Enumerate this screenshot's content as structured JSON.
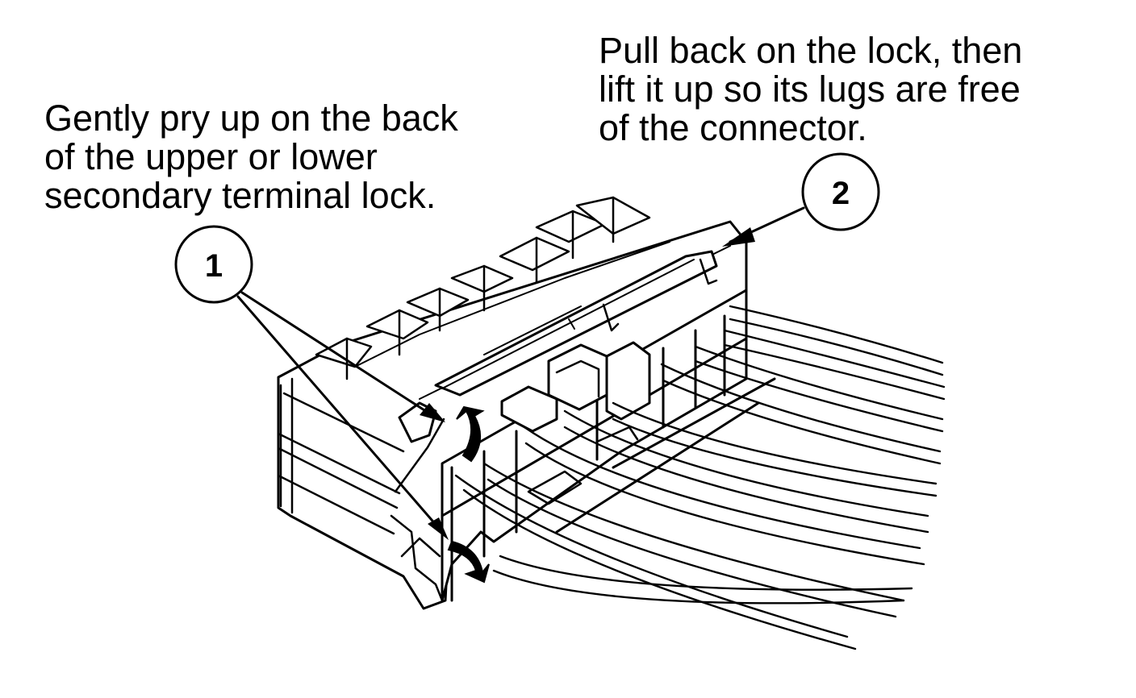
{
  "callouts": [
    {
      "number": "1",
      "lines": [
        "Gently pry up on the back",
        "of the upper or lower",
        "secondary terminal lock."
      ]
    },
    {
      "number": "2",
      "lines": [
        "Pull back on the lock, then",
        "lift it up so its lugs are free",
        "of the connector."
      ]
    }
  ],
  "colors": {
    "ink": "#000000",
    "paper": "#ffffff"
  },
  "icons": [
    "circle-badge",
    "leader-arrow",
    "curved-motion-arrow"
  ]
}
